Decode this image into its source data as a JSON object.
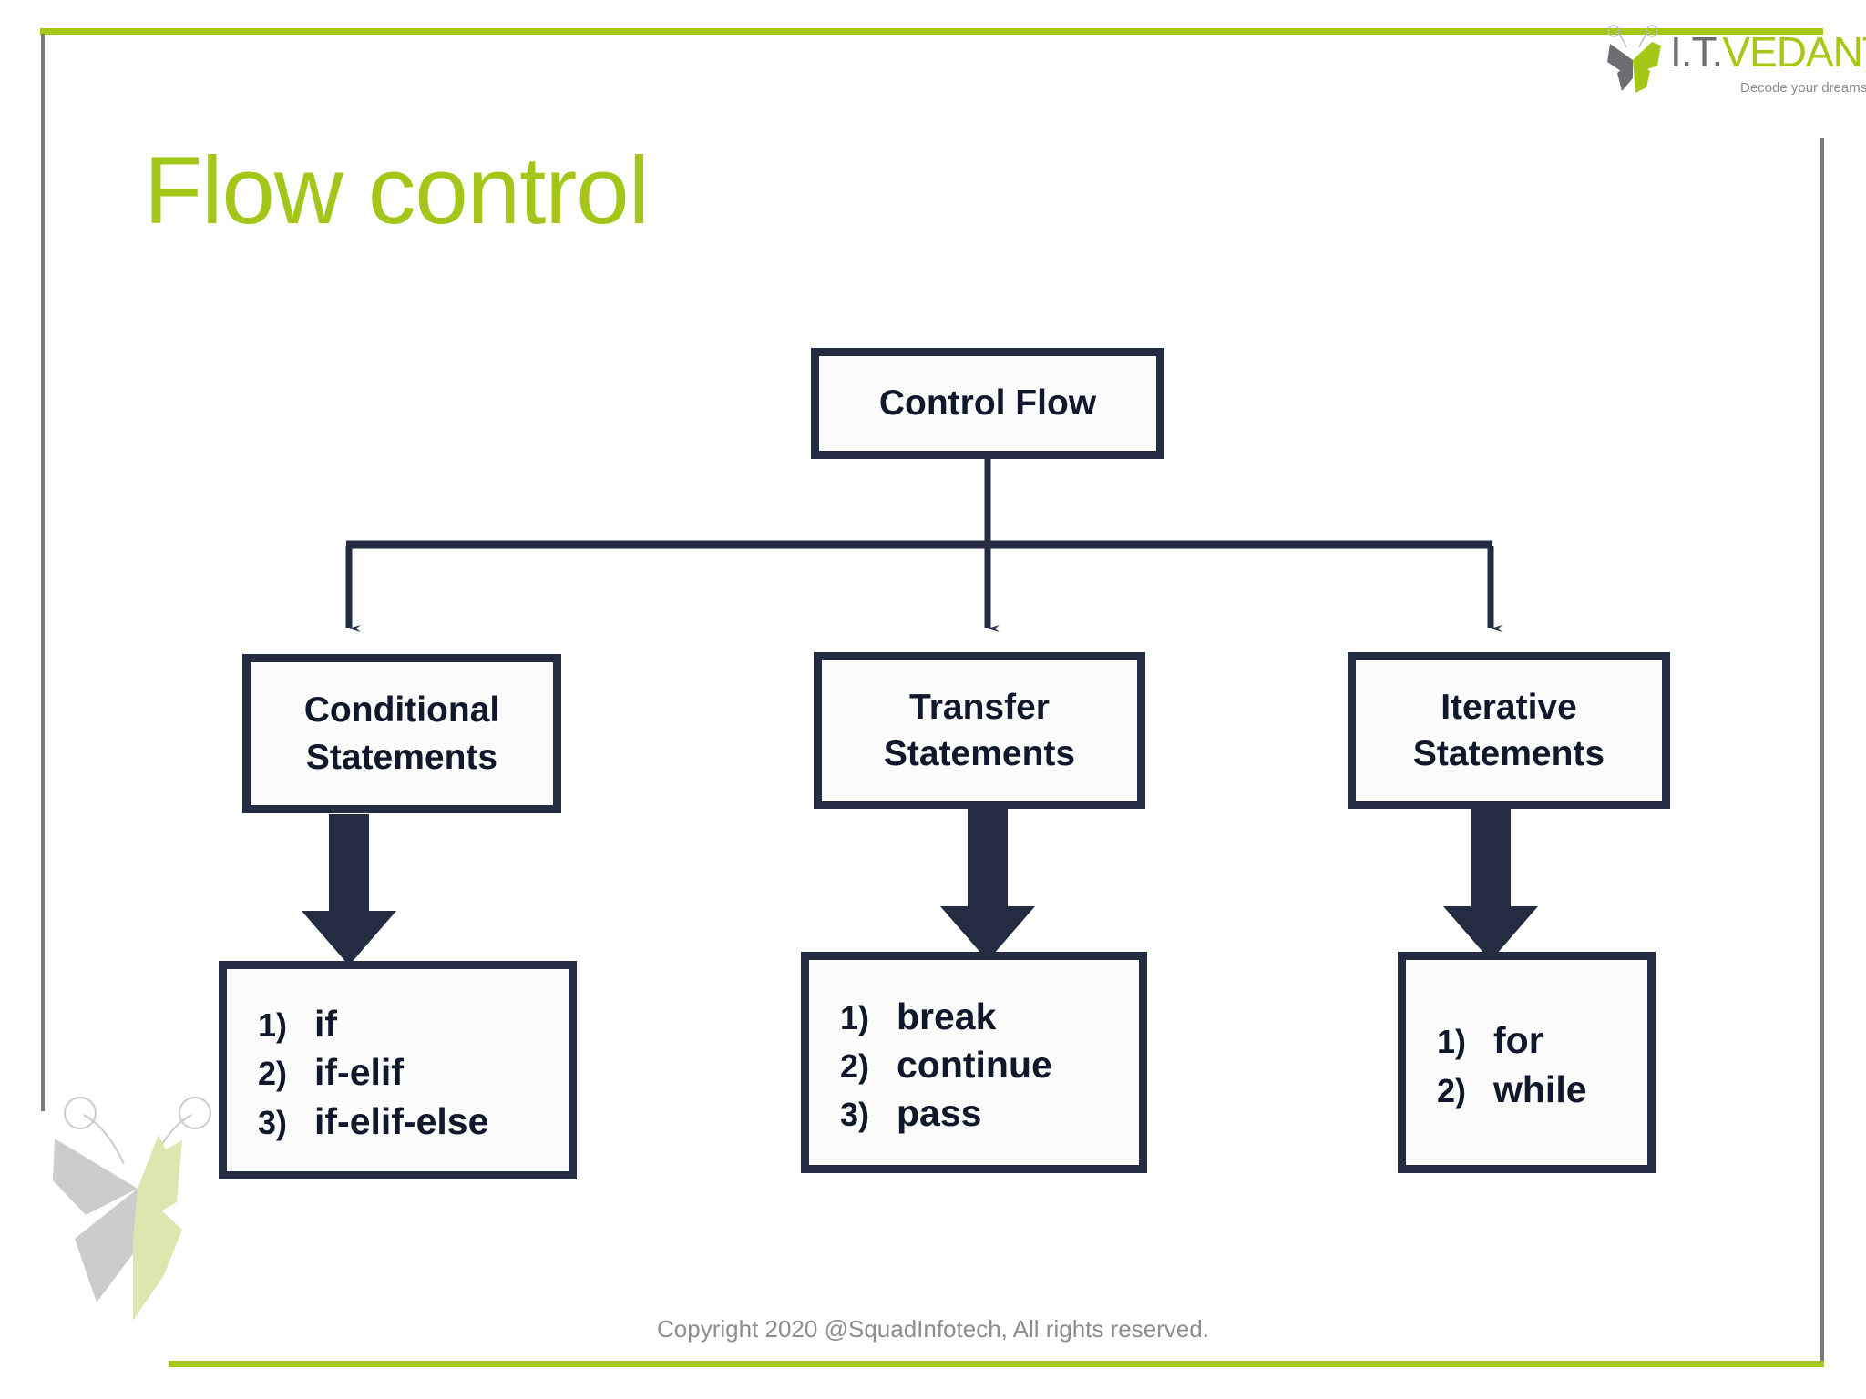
{
  "slide": {
    "title": "Flow control",
    "footer": "Copyright 2020 @SquadInfotech, All rights reserved."
  },
  "brand": {
    "logo_it": "I.T.",
    "logo_vedant": "VEDANT",
    "tagline": "Decode your dreams",
    "green": "#a5c716",
    "gray": "#6d6e71"
  },
  "theme": {
    "accent_green": "#a4c61a",
    "rule_gray": "#7a7a7a",
    "diagram_navy": "#232c41",
    "footer_text": "#8d8d8d"
  },
  "diagram": {
    "root": {
      "label": "Control Flow"
    },
    "branches": [
      {
        "title_line1": "Conditional",
        "title_line2": "Statements",
        "items": [
          {
            "num": "1)",
            "text": "if"
          },
          {
            "num": "2)",
            "text": "if-elif"
          },
          {
            "num": "3)",
            "text": "if-elif-else"
          }
        ]
      },
      {
        "title_line1": "Transfer",
        "title_line2": "Statements",
        "items": [
          {
            "num": "1)",
            "text": "break"
          },
          {
            "num": "2)",
            "text": "continue"
          },
          {
            "num": "3)",
            "text": "pass"
          }
        ]
      },
      {
        "title_line1": "Iterative",
        "title_line2": "Statements",
        "items": [
          {
            "num": "1)",
            "text": "for"
          },
          {
            "num": "2)",
            "text": "while"
          }
        ]
      }
    ]
  }
}
